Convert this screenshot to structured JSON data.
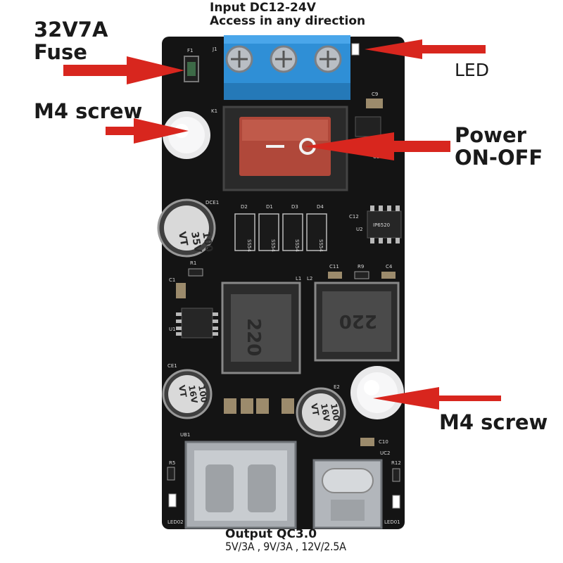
{
  "labels": {
    "fuse_rating": "32V7A",
    "fuse": "Fuse",
    "input_line1": "Input DC12-24V",
    "input_line2": "Access in any direction",
    "led": "LED",
    "screw_top": "M4 screw",
    "power_line1": "Power",
    "power_line2": "ON-OFF",
    "screw_bottom": "M4 screw",
    "output_title": "Output QC3.0",
    "output_specs": "5V/3A , 9V/3A , 12V/2.5A"
  },
  "silkscreen": {
    "f1": "F1",
    "j1": "J1",
    "k1": "K1",
    "u3": "U3",
    "c9": "C9",
    "dce1": "DCE1",
    "d2": "D2",
    "d1": "D1",
    "d3": "D3",
    "d4": "D4",
    "r1": "R1",
    "c1": "C1",
    "c11": "C11",
    "r9": "R9",
    "c4": "C4",
    "l1": "L1",
    "l2": "L2",
    "u1": "U1",
    "u2": "U2",
    "c12": "C12",
    "ce1": "CE1",
    "e2": "E2",
    "ub1": "UB1",
    "uc2": "UC2",
    "c10": "C10",
    "r5": "R5",
    "r12": "R12",
    "led02": "LED02",
    "led01": "LED01"
  },
  "components": {
    "cap_large_top": [
      "100",
      "35V",
      "VT"
    ],
    "cap_left_bottom": [
      "100",
      "16V",
      "VT"
    ],
    "cap_right_bottom": [
      "100",
      "16V",
      "VT"
    ],
    "inductor": "220",
    "diode_mark": "SS54",
    "ic_mark": "IP6520"
  },
  "colors": {
    "board": "#141414",
    "terminal": "#2f8fd6",
    "switch": "#b0483a",
    "arrow": "#d8261e"
  }
}
